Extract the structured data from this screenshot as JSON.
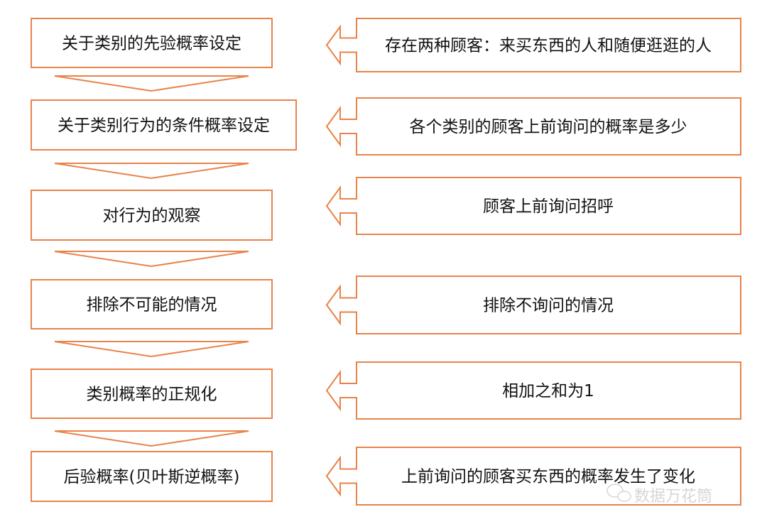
{
  "steps": [
    "关于类别的先验概率设定",
    "关于类别行为的条件概率设定",
    "对行为的观察",
    "排除不可能的情况",
    "类别概率的正规化",
    "后验概率(贝叶斯逆概率)"
  ],
  "examples": [
    "存在两种顾客：来买东西的人和随便逛逛的人",
    "各个类别的顾客上前询问的概率是多少",
    "顾客上前询问招呼",
    "排除不询问的情况",
    "相加之和为1",
    "上前询问的顾客买东西的概率发生了变化"
  ],
  "watermark": "数据万花筒",
  "colors": {
    "stroke": "#E8834A",
    "text": "#111111"
  }
}
